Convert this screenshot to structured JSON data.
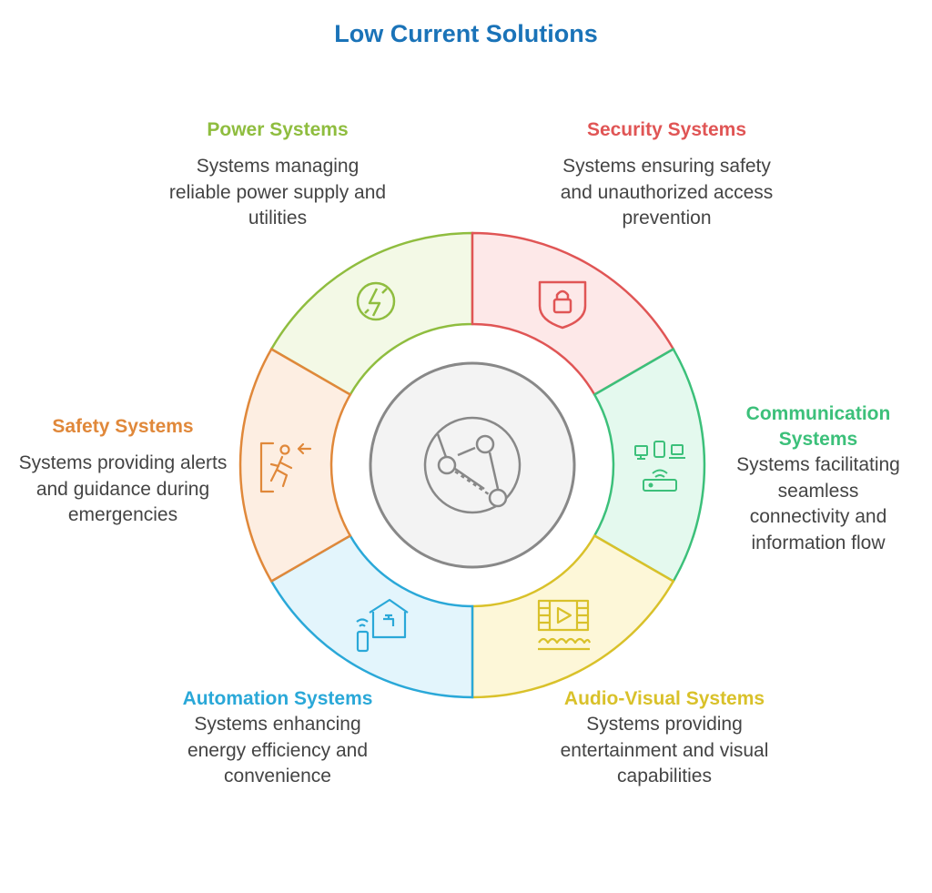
{
  "title": "Low Current Solutions",
  "center_icon": "network-globe-icon",
  "segments": [
    {
      "id": "power",
      "title": "Power Systems",
      "description": "Systems managing reliable power supply and utilities",
      "color": "#8fbd3f",
      "fill": "#f3f9e6",
      "icon": "power-bolt-icon"
    },
    {
      "id": "security",
      "title": "Security Systems",
      "description": "Systems ensuring safety and unauthorized access prevention",
      "color": "#e05555",
      "fill": "#fde8e8",
      "icon": "shield-lock-icon"
    },
    {
      "id": "communication",
      "title": "Communication Systems",
      "description": "Systems facilitating seamless connectivity and information flow",
      "color": "#3cc07a",
      "fill": "#e4f9ee",
      "icon": "devices-router-icon"
    },
    {
      "id": "av",
      "title": "Audio-Visual Systems",
      "description": "Systems providing entertainment and visual capabilities",
      "color": "#d9c12a",
      "fill": "#fdf7d8",
      "icon": "cinema-screen-icon"
    },
    {
      "id": "automation",
      "title": "Automation Systems",
      "description": "Systems enhancing energy efficiency and convenience",
      "color": "#2aa8d8",
      "fill": "#e3f5fc",
      "icon": "smart-home-icon"
    },
    {
      "id": "safety",
      "title": "Safety Systems",
      "description": "Systems providing alerts and guidance during emergencies",
      "color": "#e0883a",
      "fill": "#fdeee2",
      "icon": "emergency-exit-icon"
    }
  ]
}
